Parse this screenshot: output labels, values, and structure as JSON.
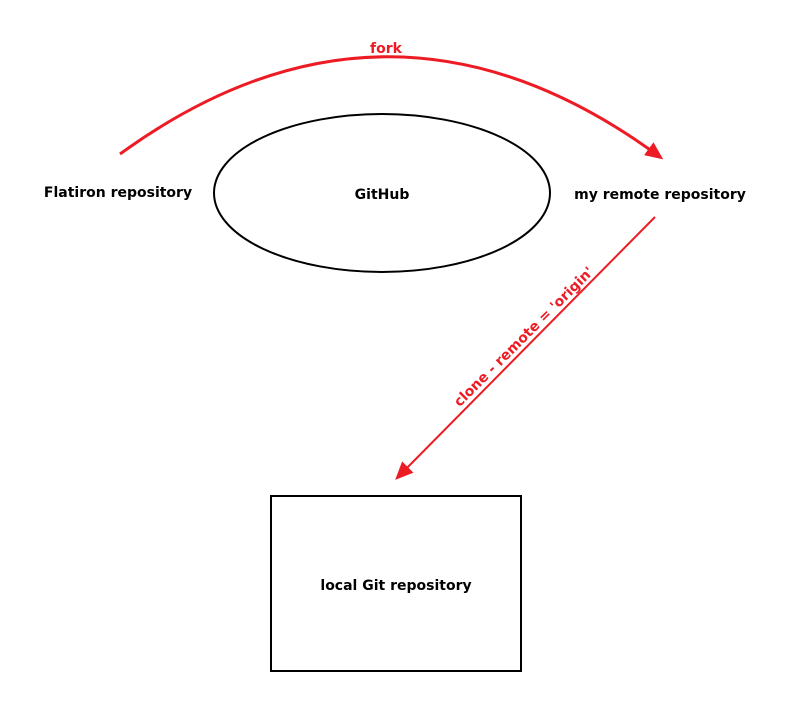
{
  "colors": {
    "arrow": "#ed1c24",
    "shape": "#000000",
    "background": "#ffffff"
  },
  "nodes": {
    "flatiron": "Flatiron repository",
    "github": "GitHub",
    "my_remote": "my remote repository",
    "local": "local Git repository"
  },
  "edges": {
    "fork": "fork",
    "clone": "clone - remote = 'origin'"
  }
}
